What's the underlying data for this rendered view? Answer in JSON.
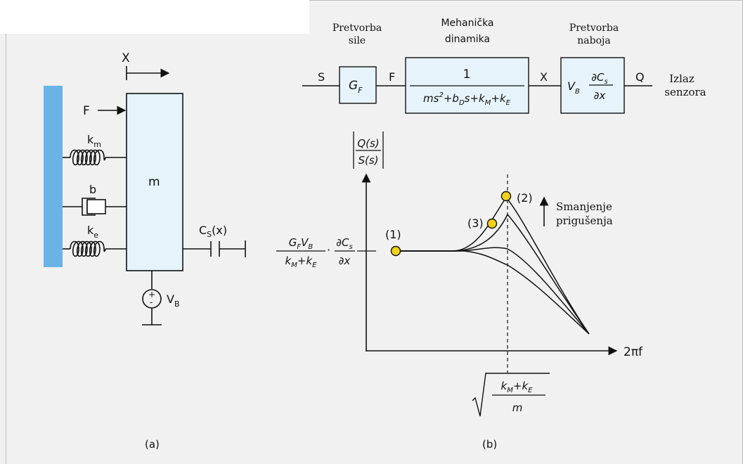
{
  "panel_a": {
    "label": "(a)",
    "displacement": "X",
    "force": "F",
    "mass": "m",
    "spring1": {
      "base": "k",
      "sub": "m"
    },
    "damper": "b",
    "spring2": {
      "base": "k",
      "sub": "e"
    },
    "capacitor": {
      "base": "C",
      "sub": "S",
      "arg": "(x)"
    },
    "bias": {
      "base": "V",
      "sub": "B"
    },
    "source_plus": "+",
    "source_minus": "-",
    "wall_color": "#69b3e7",
    "mass_color": "#e6f3fb"
  },
  "panel_b": {
    "label": "(b)",
    "block_diagram": {
      "headers": {
        "force_conv": [
          "Pretvorba",
          "sile"
        ],
        "mech": [
          "Mehanička",
          "dinamika"
        ],
        "charge_conv": [
          "Pretvorba",
          "naboja"
        ]
      },
      "signals": {
        "S": "S",
        "F": "F",
        "X": "X",
        "Q": "Q"
      },
      "output_label": [
        "Izlaz",
        "senzora"
      ],
      "block1": {
        "base": "G",
        "sub": "F"
      },
      "block2": {
        "numerator": "1",
        "denominator": {
          "ms": "ms",
          "sq": "2",
          "plus1": "+",
          "b": "b",
          "bsub": "D",
          "s": "s",
          "plus2": "+",
          "k1": "k",
          "k1sub": "M",
          "plus3": "+",
          "k2": "k",
          "k2sub": "E"
        }
      },
      "block3": {
        "v": "V",
        "vsub": "B",
        "dnum": "∂C",
        "dnumsub": "s",
        "dden": "∂x"
      },
      "block_fill": "#e6f3fb"
    },
    "plot": {
      "y_axis_label": {
        "num": "Q(s)",
        "den": "S(s)"
      },
      "x_axis_label": "2πf",
      "dc_gain": {
        "left_num": "G",
        "left_num_sub1": "F",
        "left_num_v": "V",
        "left_num_sub2": "B",
        "left_den_k1": "k",
        "left_den_sub1": "M",
        "left_den_plus": "+",
        "left_den_k2": "k",
        "left_den_sub2": "E",
        "dot": "·",
        "right_num": "∂C",
        "right_num_sub": "s",
        "right_den": "∂x"
      },
      "resonance": {
        "num_k1": "k",
        "num_sub1": "M",
        "num_plus": "+",
        "num_k2": "k",
        "num_sub2": "E",
        "den": "m"
      },
      "points": [
        "(1)",
        "(2)",
        "(3)"
      ],
      "annotation": [
        "Smanjenje",
        "prigušenja"
      ],
      "point_color": "#f2d21b"
    }
  }
}
